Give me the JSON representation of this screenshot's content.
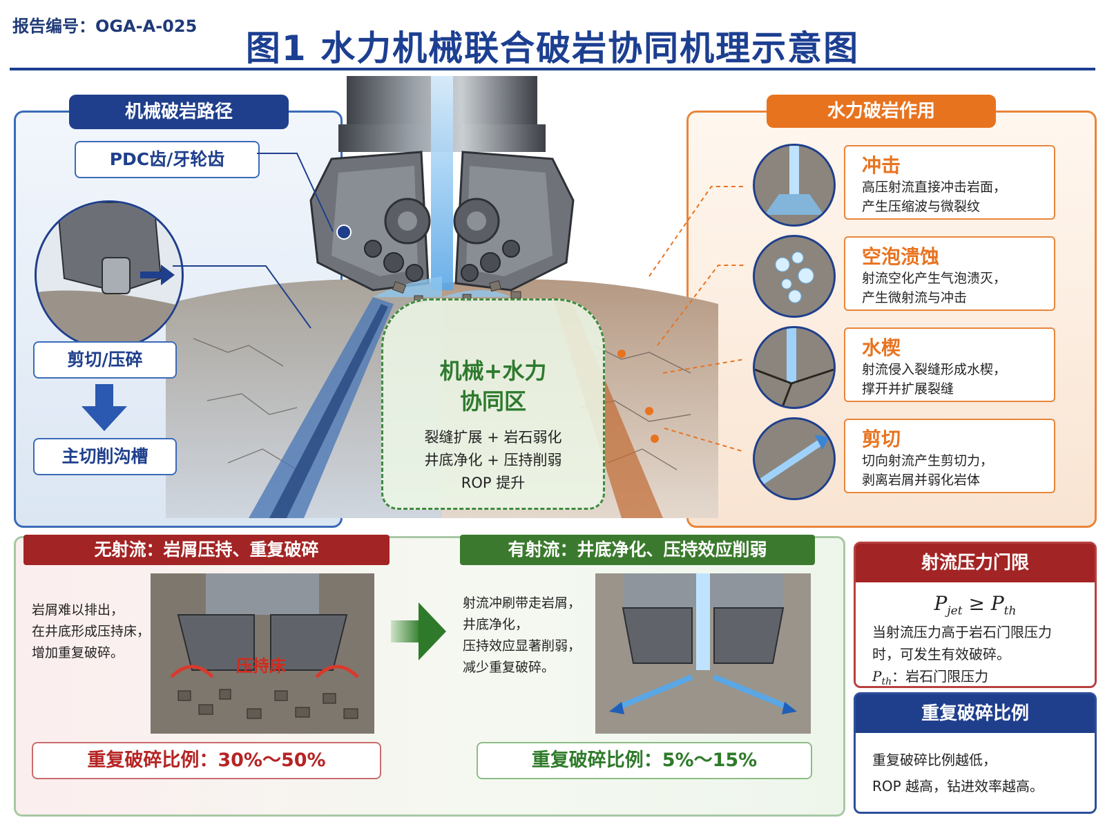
{
  "header": {
    "report_no": "报告编号：OGA-A-025",
    "title": "图1   水力机械联合破岩协同机理示意图"
  },
  "left_panel": {
    "title": "机械破岩路径",
    "teeth_label": "PDC齿/牙轮齿",
    "action_label": "剪切/压碎",
    "result_label": "主切削沟槽"
  },
  "center_zone": {
    "title_line1": "机械+水力",
    "title_line2": "协同区",
    "line1": "裂缝扩展 + 岩石弱化",
    "line2": "井底净化 + 压持削弱",
    "line3": "ROP 提升"
  },
  "right_panel": {
    "title": "水力破岩作用",
    "items": [
      {
        "title": "冲击",
        "line1": "高压射流直接冲击岩面，",
        "line2": "产生压缩波与微裂纹"
      },
      {
        "title": "空泡溃蚀",
        "line1": "射流空化产生气泡溃灭，",
        "line2": "产生微射流与冲击"
      },
      {
        "title": "水楔",
        "line1": "射流侵入裂缝形成水楔，",
        "line2": "撑开并扩展裂缝"
      },
      {
        "title": "剪切",
        "line1": "切向射流产生剪切力，",
        "line2": "剥离岩屑并弱化岩体"
      }
    ]
  },
  "bottom": {
    "no_jet": {
      "header": "无射流：岩屑压持、重复破碎",
      "line1": "岩屑难以排出，",
      "line2": "在井底形成压持床，",
      "line3": "增加重复破碎。",
      "bed_label": "压持床",
      "ratio": "重复破碎比例：30%～50%"
    },
    "with_jet": {
      "header": "有射流：井底净化、压持效应削弱",
      "line1": "射流冲刷带走岩屑，",
      "line2": "井底净化，",
      "line3": "压持效应显著削弱，",
      "line4": "减少重复破碎。",
      "ratio": "重复破碎比例：5%～15%"
    }
  },
  "threshold": {
    "title": "射流压力门限",
    "formula_p": "P",
    "formula_jet": "jet",
    "formula_op": " ≥ ",
    "formula_th": "th",
    "line1": "当射流压力高于岩石门限压力",
    "line2": "时，可发生有效破碎。",
    "legend_p": "P",
    "legend_th": "th",
    "legend_text": "：岩石门限压力"
  },
  "repeat_ratio": {
    "title": "重复破碎比例",
    "line1": "重复破碎比例越低，",
    "line2": "ROP 越高，钻进效率越高。"
  },
  "colors": {
    "navy": "#1c3f91",
    "orange": "#e8731f",
    "green": "#3b7a2e",
    "red": "#a32424",
    "water": "#6fb6ec"
  },
  "icons": [
    "drill-bit-icon",
    "cutter-tooth-icon",
    "down-arrow-icon",
    "right-arrow-icon",
    "water-jet-icon",
    "bubbles-icon",
    "crack-icon",
    "shear-jet-icon"
  ]
}
